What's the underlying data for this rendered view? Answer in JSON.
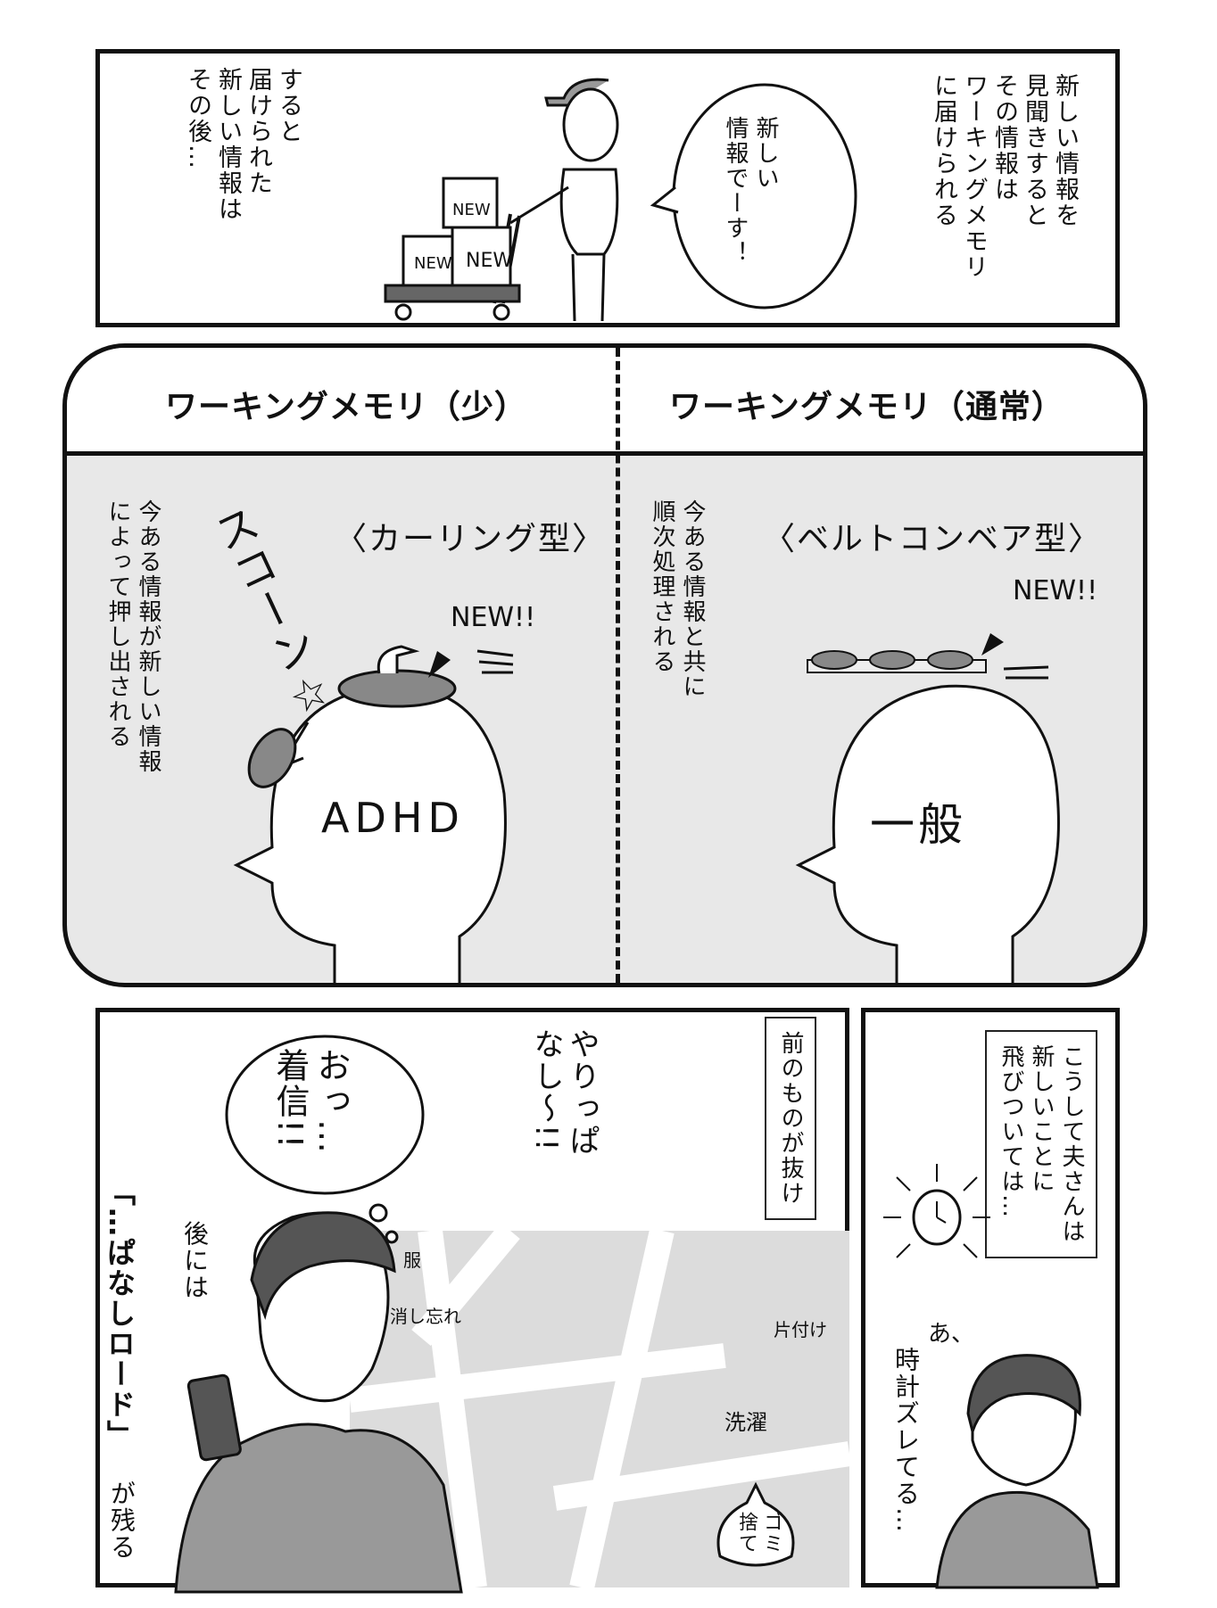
{
  "panel1": {
    "narration_right": "新しい情報を\n見聞きすると\nその情報は\nワーキングメモリ\nに届けられる",
    "speech": "新しい\n情報でーす！",
    "narration_left": "すると\n届けられた\n新しい情報は\nその後…",
    "box_labels": [
      "NEW",
      "NEW",
      "NEW"
    ]
  },
  "panel2": {
    "header_left": "ワーキングメモリ（少）",
    "header_right": "ワーキングメモリ（通常）",
    "left": {
      "type_label": "〈カーリング型〉",
      "sfx": "スコーン☆",
      "new_label": "NEW!!",
      "head_label": "ADHD",
      "caption": "今ある情報が新しい情報\nによって押し出される"
    },
    "right": {
      "type_label": "〈ベルトコンベア型〉",
      "new_label": "NEW!!",
      "head_label": "一般",
      "caption": "今ある情報と共に\n順次処理される"
    }
  },
  "panel3": {
    "caption_top": "前のものが抜け",
    "caption_bottom_1": "後には",
    "caption_bottom_2": "「…ぱなしロード」",
    "caption_bottom_3": "が残る",
    "thought": "おっ…\n着信!!",
    "background_voice": "やりっぱ\nなし〜!!",
    "road_labels": {
      "clothes": "服",
      "lights": "消し忘れ",
      "dishes": "片付け",
      "laundry": "洗濯",
      "trash": "ゴミ\n捨て"
    }
  },
  "panel4": {
    "caption": "こうして夫さんは\n新しいことに\n飛びついては…",
    "speech_a": "あ、",
    "speech_b": "時計ズレてる…"
  }
}
